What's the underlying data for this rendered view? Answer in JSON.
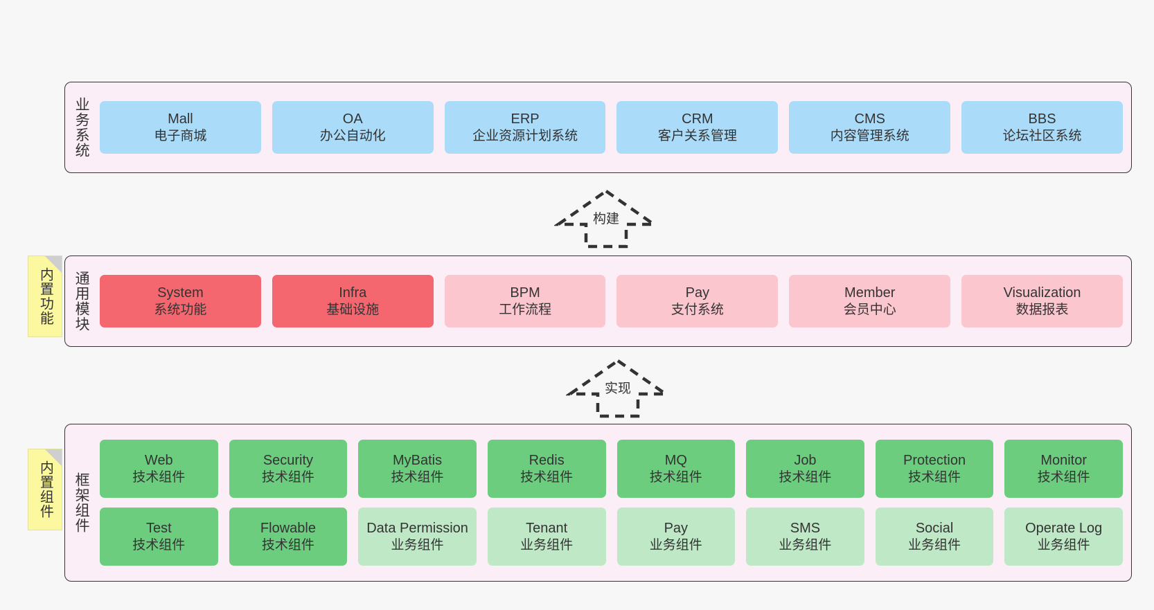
{
  "diagram": {
    "background_color": "#f7f7f7",
    "panel_color": "#fbeef7",
    "panel_border_color": "#333333"
  },
  "business_layer": {
    "title": "业务系统",
    "card_color": "#aadcfa",
    "cards": [
      {
        "name": "Mall",
        "desc": "电子商城"
      },
      {
        "name": "OA",
        "desc": "办公自动化"
      },
      {
        "name": "ERP",
        "desc": "企业资源计划系统"
      },
      {
        "name": "CRM",
        "desc": "客户关系管理"
      },
      {
        "name": "CMS",
        "desc": "内容管理系统"
      },
      {
        "name": "BBS",
        "desc": "论坛社区系统"
      }
    ]
  },
  "arrow_build": {
    "label": "构建"
  },
  "module_layer": {
    "title": "通用模块",
    "note": "内置功能",
    "note_color": "#fbf8a0",
    "card_color_strong": "#f4676f",
    "card_color_soft": "#fbc6ce",
    "cards": [
      {
        "name": "System",
        "desc": "系统功能",
        "tone": "strong"
      },
      {
        "name": "Infra",
        "desc": "基础设施",
        "tone": "strong"
      },
      {
        "name": "BPM",
        "desc": "工作流程",
        "tone": "soft"
      },
      {
        "name": "Pay",
        "desc": "支付系统",
        "tone": "soft"
      },
      {
        "name": "Member",
        "desc": "会员中心",
        "tone": "soft"
      },
      {
        "name": "Visualization",
        "desc": "数据报表",
        "tone": "soft"
      }
    ]
  },
  "arrow_impl": {
    "label": "实现"
  },
  "framework_layer": {
    "title": "框架组件",
    "note": "内置组件",
    "note_color": "#fbf8a0",
    "card_color_strong": "#6ccd7e",
    "card_color_soft": "#bfe8c6",
    "row1": [
      {
        "name": "Web",
        "desc": "技术组件",
        "tone": "strong"
      },
      {
        "name": "Security",
        "desc": "技术组件",
        "tone": "strong"
      },
      {
        "name": "MyBatis",
        "desc": "技术组件",
        "tone": "strong"
      },
      {
        "name": "Redis",
        "desc": "技术组件",
        "tone": "strong"
      },
      {
        "name": "MQ",
        "desc": "技术组件",
        "tone": "strong"
      },
      {
        "name": "Job",
        "desc": "技术组件",
        "tone": "strong"
      },
      {
        "name": "Protection",
        "desc": "技术组件",
        "tone": "strong"
      },
      {
        "name": "Monitor",
        "desc": "技术组件",
        "tone": "strong"
      }
    ],
    "row2": [
      {
        "name": "Test",
        "desc": "技术组件",
        "tone": "strong"
      },
      {
        "name": "Flowable",
        "desc": "技术组件",
        "tone": "strong"
      },
      {
        "name": "Data Permission",
        "desc": "业务组件",
        "tone": "soft"
      },
      {
        "name": "Tenant",
        "desc": "业务组件",
        "tone": "soft"
      },
      {
        "name": "Pay",
        "desc": "业务组件",
        "tone": "soft"
      },
      {
        "name": "SMS",
        "desc": "业务组件",
        "tone": "soft"
      },
      {
        "name": "Social",
        "desc": "业务组件",
        "tone": "soft"
      },
      {
        "name": "Operate Log",
        "desc": "业务组件",
        "tone": "soft"
      }
    ]
  }
}
